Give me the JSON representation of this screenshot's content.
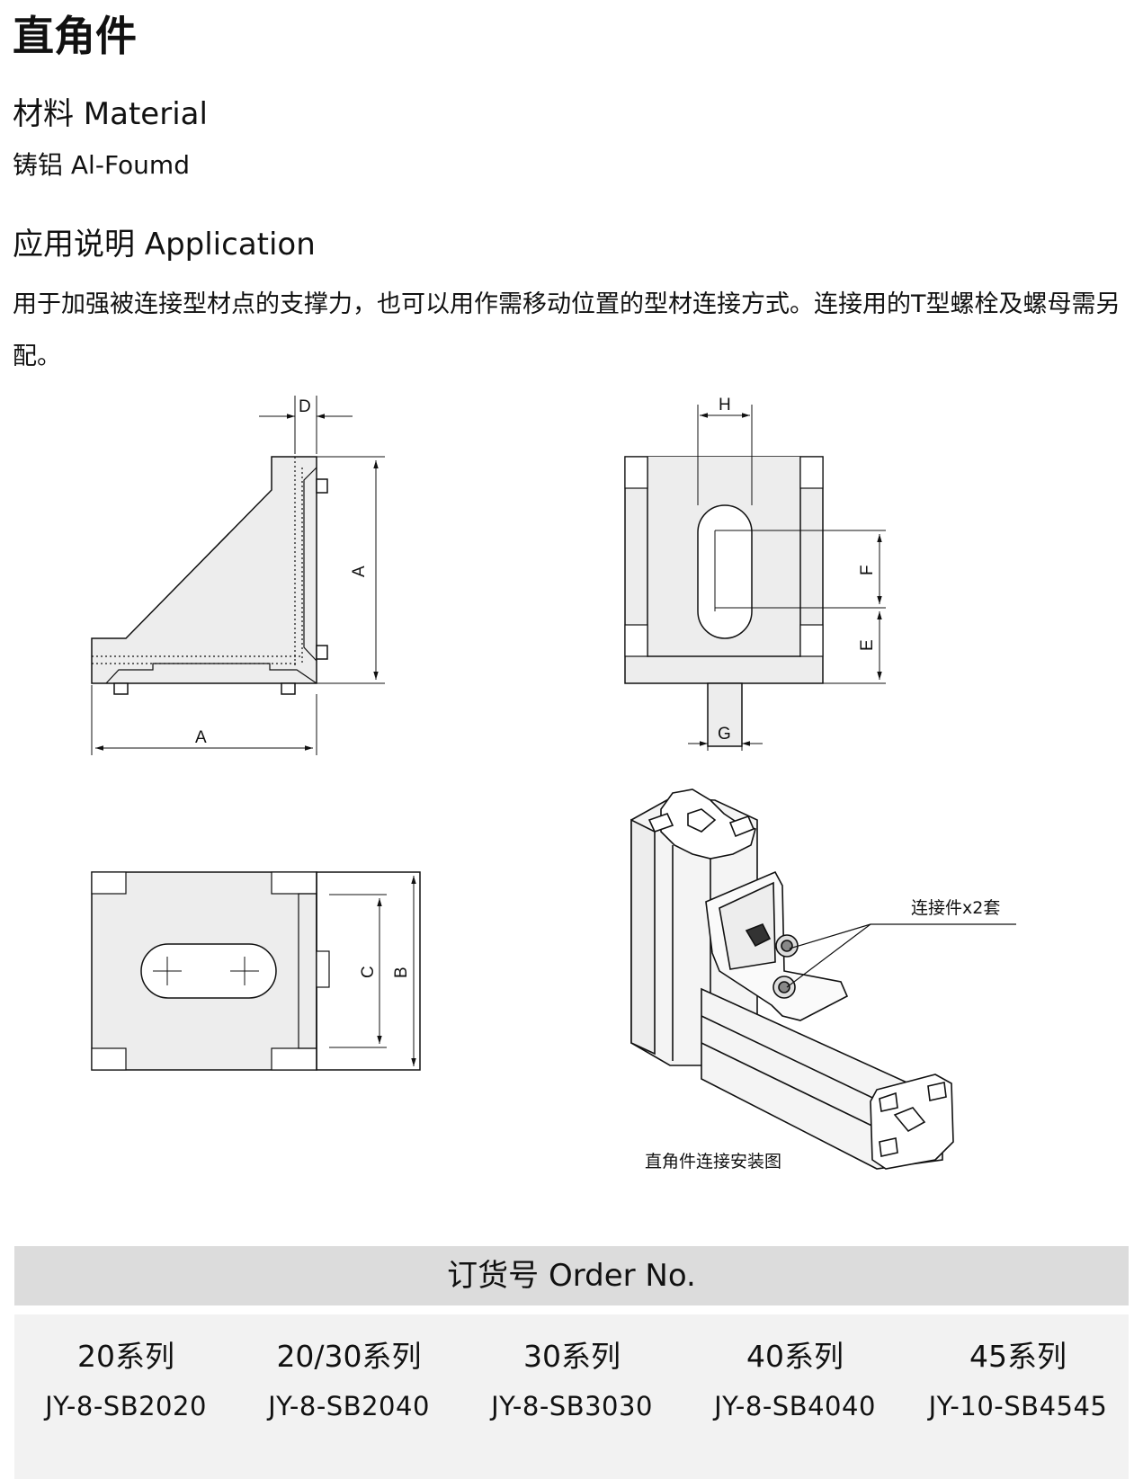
{
  "title": "直角件",
  "material": {
    "heading": "材料 Material",
    "value": "铸铝 Al-Foumd"
  },
  "application": {
    "heading": "应用说明 Application",
    "description": "用于加强被连接型材点的支撑力，也可以用作需移动位置的型材连接方式。连接用的T型螺栓及螺母需另配。"
  },
  "drawing": {
    "dims": {
      "D": "D",
      "A_side": "A",
      "A_bottom": "A",
      "H": "H",
      "F": "F",
      "E": "E",
      "G": "G",
      "C": "C",
      "B": "B"
    },
    "callout": "连接件x2套",
    "caption": "直角件连接安装图"
  },
  "order": {
    "heading": "订货号 Order No.",
    "items": [
      {
        "series": "20系列",
        "model": "JY-8-SB2020"
      },
      {
        "series": "20/30系列",
        "model": "JY-8-SB2040"
      },
      {
        "series": "30系列",
        "model": "JY-8-SB3030"
      },
      {
        "series": "40系列",
        "model": "JY-8-SB4040"
      },
      {
        "series": "45系列",
        "model": "JY-10-SB4545"
      }
    ]
  }
}
